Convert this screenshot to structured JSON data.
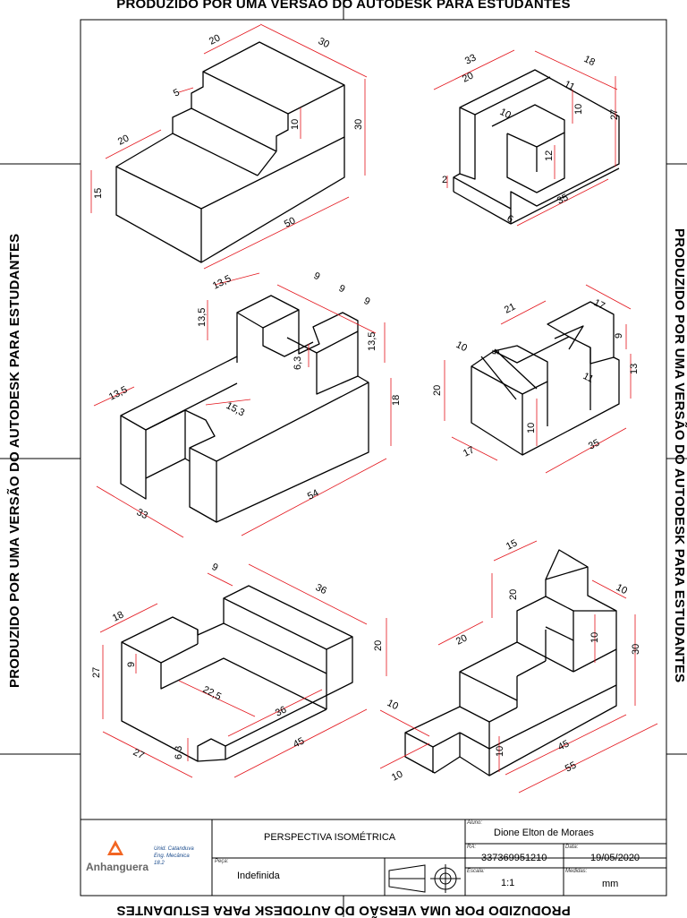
{
  "watermark": "PRODUZIDO POR UMA VERSÃO DO AUTODESK PARA ESTUDANTES",
  "colors": {
    "dimension": "#e3141b",
    "line": "#000000",
    "logo": "#f26522"
  },
  "title_block": {
    "title": "PERSPECTIVA ISOMÉTRICA",
    "aluno_label": "Aluno:",
    "aluno": "Dione Elton de Moraes",
    "ra_label": "RA:",
    "ra": "337369951210",
    "data_label": "Data:",
    "data": "19/05/2020",
    "peca_label": "Peça:",
    "peca": "Indefinida",
    "escala_label": "Escala:",
    "escala": "1:1",
    "medidas_label": "Medidas:",
    "medidas": "mm",
    "logo": "Anhanguera",
    "unit_line1": "Unid. Catanduva",
    "unit_line2": "Eng. Mecânica",
    "unit_line3": "18.2"
  },
  "figures": [
    {
      "dims": [
        "20",
        "30",
        "5",
        "20",
        "10",
        "30",
        "15",
        "50"
      ]
    },
    {
      "dims": [
        "33",
        "18",
        "20",
        "11",
        "10",
        "10",
        "27",
        "12",
        "2",
        "35",
        "6"
      ]
    },
    {
      "dims": [
        "13,5",
        "9",
        "9",
        "9",
        "13,5",
        "13,5",
        "6,3",
        "13,5",
        "15,3",
        "18",
        "33",
        "54"
      ]
    },
    {
      "dims": [
        "21",
        "17",
        "10",
        "5",
        "9",
        "20",
        "11",
        "13",
        "10",
        "17",
        "35"
      ]
    },
    {
      "dims": [
        "9",
        "36",
        "18",
        "27",
        "9",
        "20",
        "22,5",
        "36",
        "6,3",
        "27",
        "45"
      ]
    },
    {
      "dims": [
        "15",
        "20",
        "10",
        "20",
        "10",
        "30",
        "10",
        "10",
        "45",
        "10",
        "55"
      ]
    }
  ]
}
